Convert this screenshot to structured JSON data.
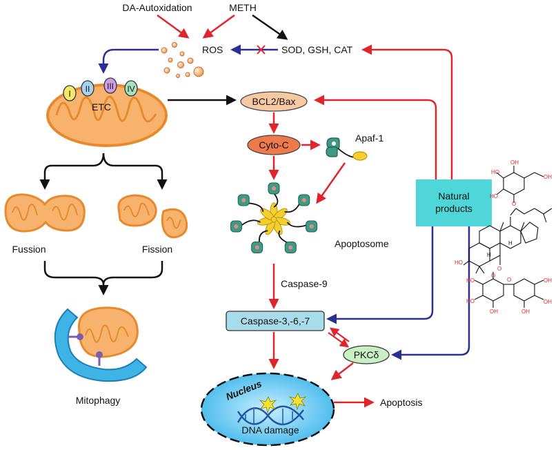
{
  "labels": {
    "da_autoxidation": "DA-Autoxidation",
    "meth": "METH",
    "ros": "ROS",
    "antioxidants": "SOD, GSH, CAT",
    "etc": "ETC",
    "complex_1": "I",
    "complex_2": "II",
    "complex_3": "III",
    "complex_4": "IV",
    "bcl2_bax": "BCL2/Bax",
    "cyto_c": "Cyto-C",
    "apaf1": "Apaf-1",
    "apoptosome": "Apoptosome",
    "caspase9": "Caspase-9",
    "caspase367": "Caspase-3,-6,-7",
    "pkc": "PKCδ",
    "nucleus": "Nucleus",
    "dna_damage": "DNA damage",
    "apoptosis": "Apoptosis",
    "fussion": "Fussion",
    "fission": "Fission",
    "mitophagy": "Mitophagy",
    "natural_products_line1": "Natural",
    "natural_products_line2": "products"
  },
  "molecule_labels": {
    "ho": "HO",
    "oh": "OH",
    "o": "O",
    "h": "H"
  },
  "colors": {
    "activation": "#e0242b",
    "inhibition": "#2b2f93",
    "neutral": "#111111",
    "mito_fill": "#f7b26e",
    "mito_stroke": "#e8892c",
    "natural_box": "#4fd6d8",
    "caspase_box": "#a9dcea",
    "pkc_fill": "#c9efc4",
    "cyto_fill": "#ee7a4c",
    "bcl_fill": "#f6c9a2",
    "nucleus_fill": "#5ec7ef",
    "apoptosome_core": "#f6cf2c",
    "apoptosome_protein": "#3e9a83"
  }
}
